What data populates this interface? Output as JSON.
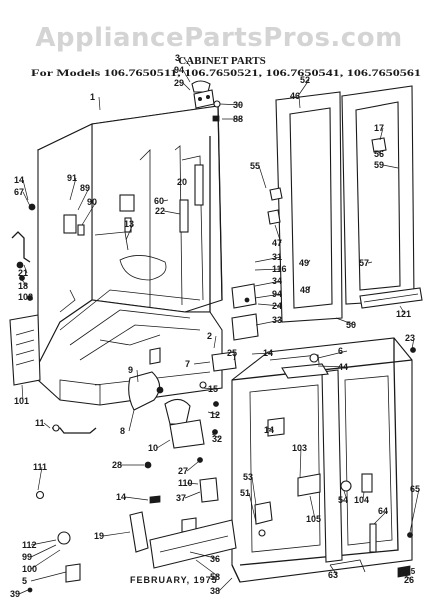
{
  "watermark": "AppliancePartsPros.com",
  "title": "CABINET PARTS",
  "models_line": "For Models 106.7650511, 106.7650521, 106.7650541, 106.7650561",
  "footer_date": "FEBRUARY, 1975",
  "corner_code": "A5",
  "callouts": [
    "3",
    "94",
    "29",
    "1",
    "30",
    "88",
    "52",
    "46",
    "17",
    "56",
    "59",
    "55",
    "14",
    "67",
    "91",
    "89",
    "90",
    "20",
    "60",
    "22",
    "13",
    "47",
    "31",
    "116",
    "34",
    "94",
    "24",
    "33",
    "21",
    "18",
    "102",
    "49",
    "57",
    "48",
    "50",
    "121",
    "2",
    "7",
    "25",
    "14",
    "6",
    "44",
    "23",
    "101",
    "9",
    "15",
    "12",
    "32",
    "11",
    "8",
    "10",
    "28",
    "27",
    "110",
    "14",
    "103",
    "54",
    "104",
    "64",
    "53",
    "51",
    "105",
    "14",
    "37",
    "65",
    "111",
    "19",
    "36",
    "58",
    "112",
    "99",
    "100",
    "5",
    "39",
    "63",
    "38",
    "26"
  ]
}
